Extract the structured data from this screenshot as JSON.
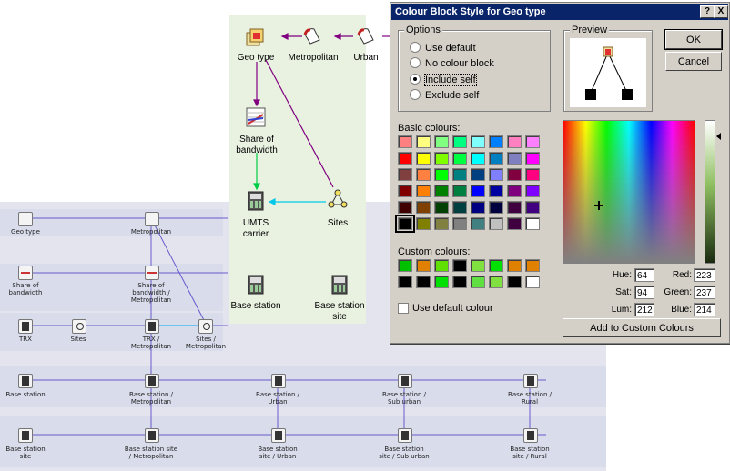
{
  "background_diagram": {
    "nodes": [
      {
        "label": "Geo type",
        "icon": "geo-type-icon"
      },
      {
        "label": "Metropolitan",
        "icon": "region-icon"
      },
      {
        "label": "Share of bandwidth",
        "icon": "share-icon"
      },
      {
        "label": "Share of bandwidth / Metropolitan",
        "icon": "share-icon"
      },
      {
        "label": "TRX",
        "icon": "equipment-icon"
      },
      {
        "label": "Sites",
        "icon": "sites-icon"
      },
      {
        "label": "TRX / Metropolitan",
        "icon": "equipment-icon"
      },
      {
        "label": "Sites / Metropolitan",
        "icon": "sites-icon"
      },
      {
        "label": "Base station",
        "icon": "equipment-icon"
      },
      {
        "label": "Base station / Metropolitan",
        "icon": "equipment-icon"
      },
      {
        "label": "Base station / Urban",
        "icon": "equipment-icon"
      },
      {
        "label": "Base station / Sub urban",
        "icon": "equipment-icon"
      },
      {
        "label": "Base station / Rural",
        "icon": "equipment-icon"
      },
      {
        "label": "Base station site",
        "icon": "equipment-icon"
      },
      {
        "label": "Base station site / Metropolitan",
        "icon": "equipment-icon"
      },
      {
        "label": "Base station site / Urban",
        "icon": "equipment-icon"
      },
      {
        "label": "Base station site / Sub urban",
        "icon": "equipment-icon"
      },
      {
        "label": "Base station site / Rural",
        "icon": "equipment-icon"
      }
    ]
  },
  "model_diagram": {
    "nodes": [
      {
        "label": "Geo type"
      },
      {
        "label": "Metropolitan"
      },
      {
        "label": "Urban"
      },
      {
        "label": "Share of bandwidth"
      },
      {
        "label": "UMTS carrier"
      },
      {
        "label": "Sites"
      },
      {
        "label": "Base station"
      },
      {
        "label": "Base station site"
      }
    ]
  },
  "dialog": {
    "title": "Colour Block Style for Geo type",
    "help_button": "?",
    "close_button": "X",
    "options": {
      "title": "Options",
      "items": [
        {
          "label": "Use default",
          "selected": false
        },
        {
          "label": "No colour block",
          "selected": false
        },
        {
          "label": "Include self",
          "selected": true
        },
        {
          "label": "Exclude self",
          "selected": false
        }
      ]
    },
    "preview_title": "Preview",
    "ok": "OK",
    "cancel": "Cancel",
    "basic_colours_label": "Basic colours:",
    "basic_colours": [
      "#ff8080",
      "#ffff80",
      "#80ff80",
      "#00ff80",
      "#80ffff",
      "#0080ff",
      "#ff80c0",
      "#ff80ff",
      "#ff0000",
      "#ffff00",
      "#80ff00",
      "#00ff40",
      "#00ffff",
      "#0080c0",
      "#8080c0",
      "#ff00ff",
      "#804040",
      "#ff8040",
      "#00ff00",
      "#008080",
      "#004080",
      "#8080ff",
      "#800040",
      "#ff0080",
      "#800000",
      "#ff8000",
      "#008000",
      "#008040",
      "#0000ff",
      "#0000a0",
      "#800080",
      "#8000ff",
      "#400000",
      "#804000",
      "#004000",
      "#004040",
      "#000080",
      "#000040",
      "#400040",
      "#400080",
      "#000000",
      "#808000",
      "#808040",
      "#808080",
      "#408080",
      "#c0c0c0",
      "#400040",
      "#ffffff"
    ],
    "custom_colours_label": "Custom colours:",
    "custom_colours": [
      "#00c000",
      "#e08000",
      "#60e000",
      "#000000",
      "#80e040",
      "#00e000",
      "#e08000",
      "#e08000",
      "#000000",
      "#000000",
      "#00e000",
      "#000000",
      "#60e040",
      "#80e040",
      "#000000",
      "#ffffff"
    ],
    "use_default_colour": "Use default colour",
    "hue_label": "Hue:",
    "hue": "64",
    "sat_label": "Sat:",
    "sat": "94",
    "lum_label": "Lum:",
    "lum": "212",
    "red_label": "Red:",
    "red": "223",
    "green_label": "Green:",
    "green": "237",
    "blue_label": "Blue:",
    "blue": "214",
    "add_custom": "Add to Custom Colours"
  }
}
